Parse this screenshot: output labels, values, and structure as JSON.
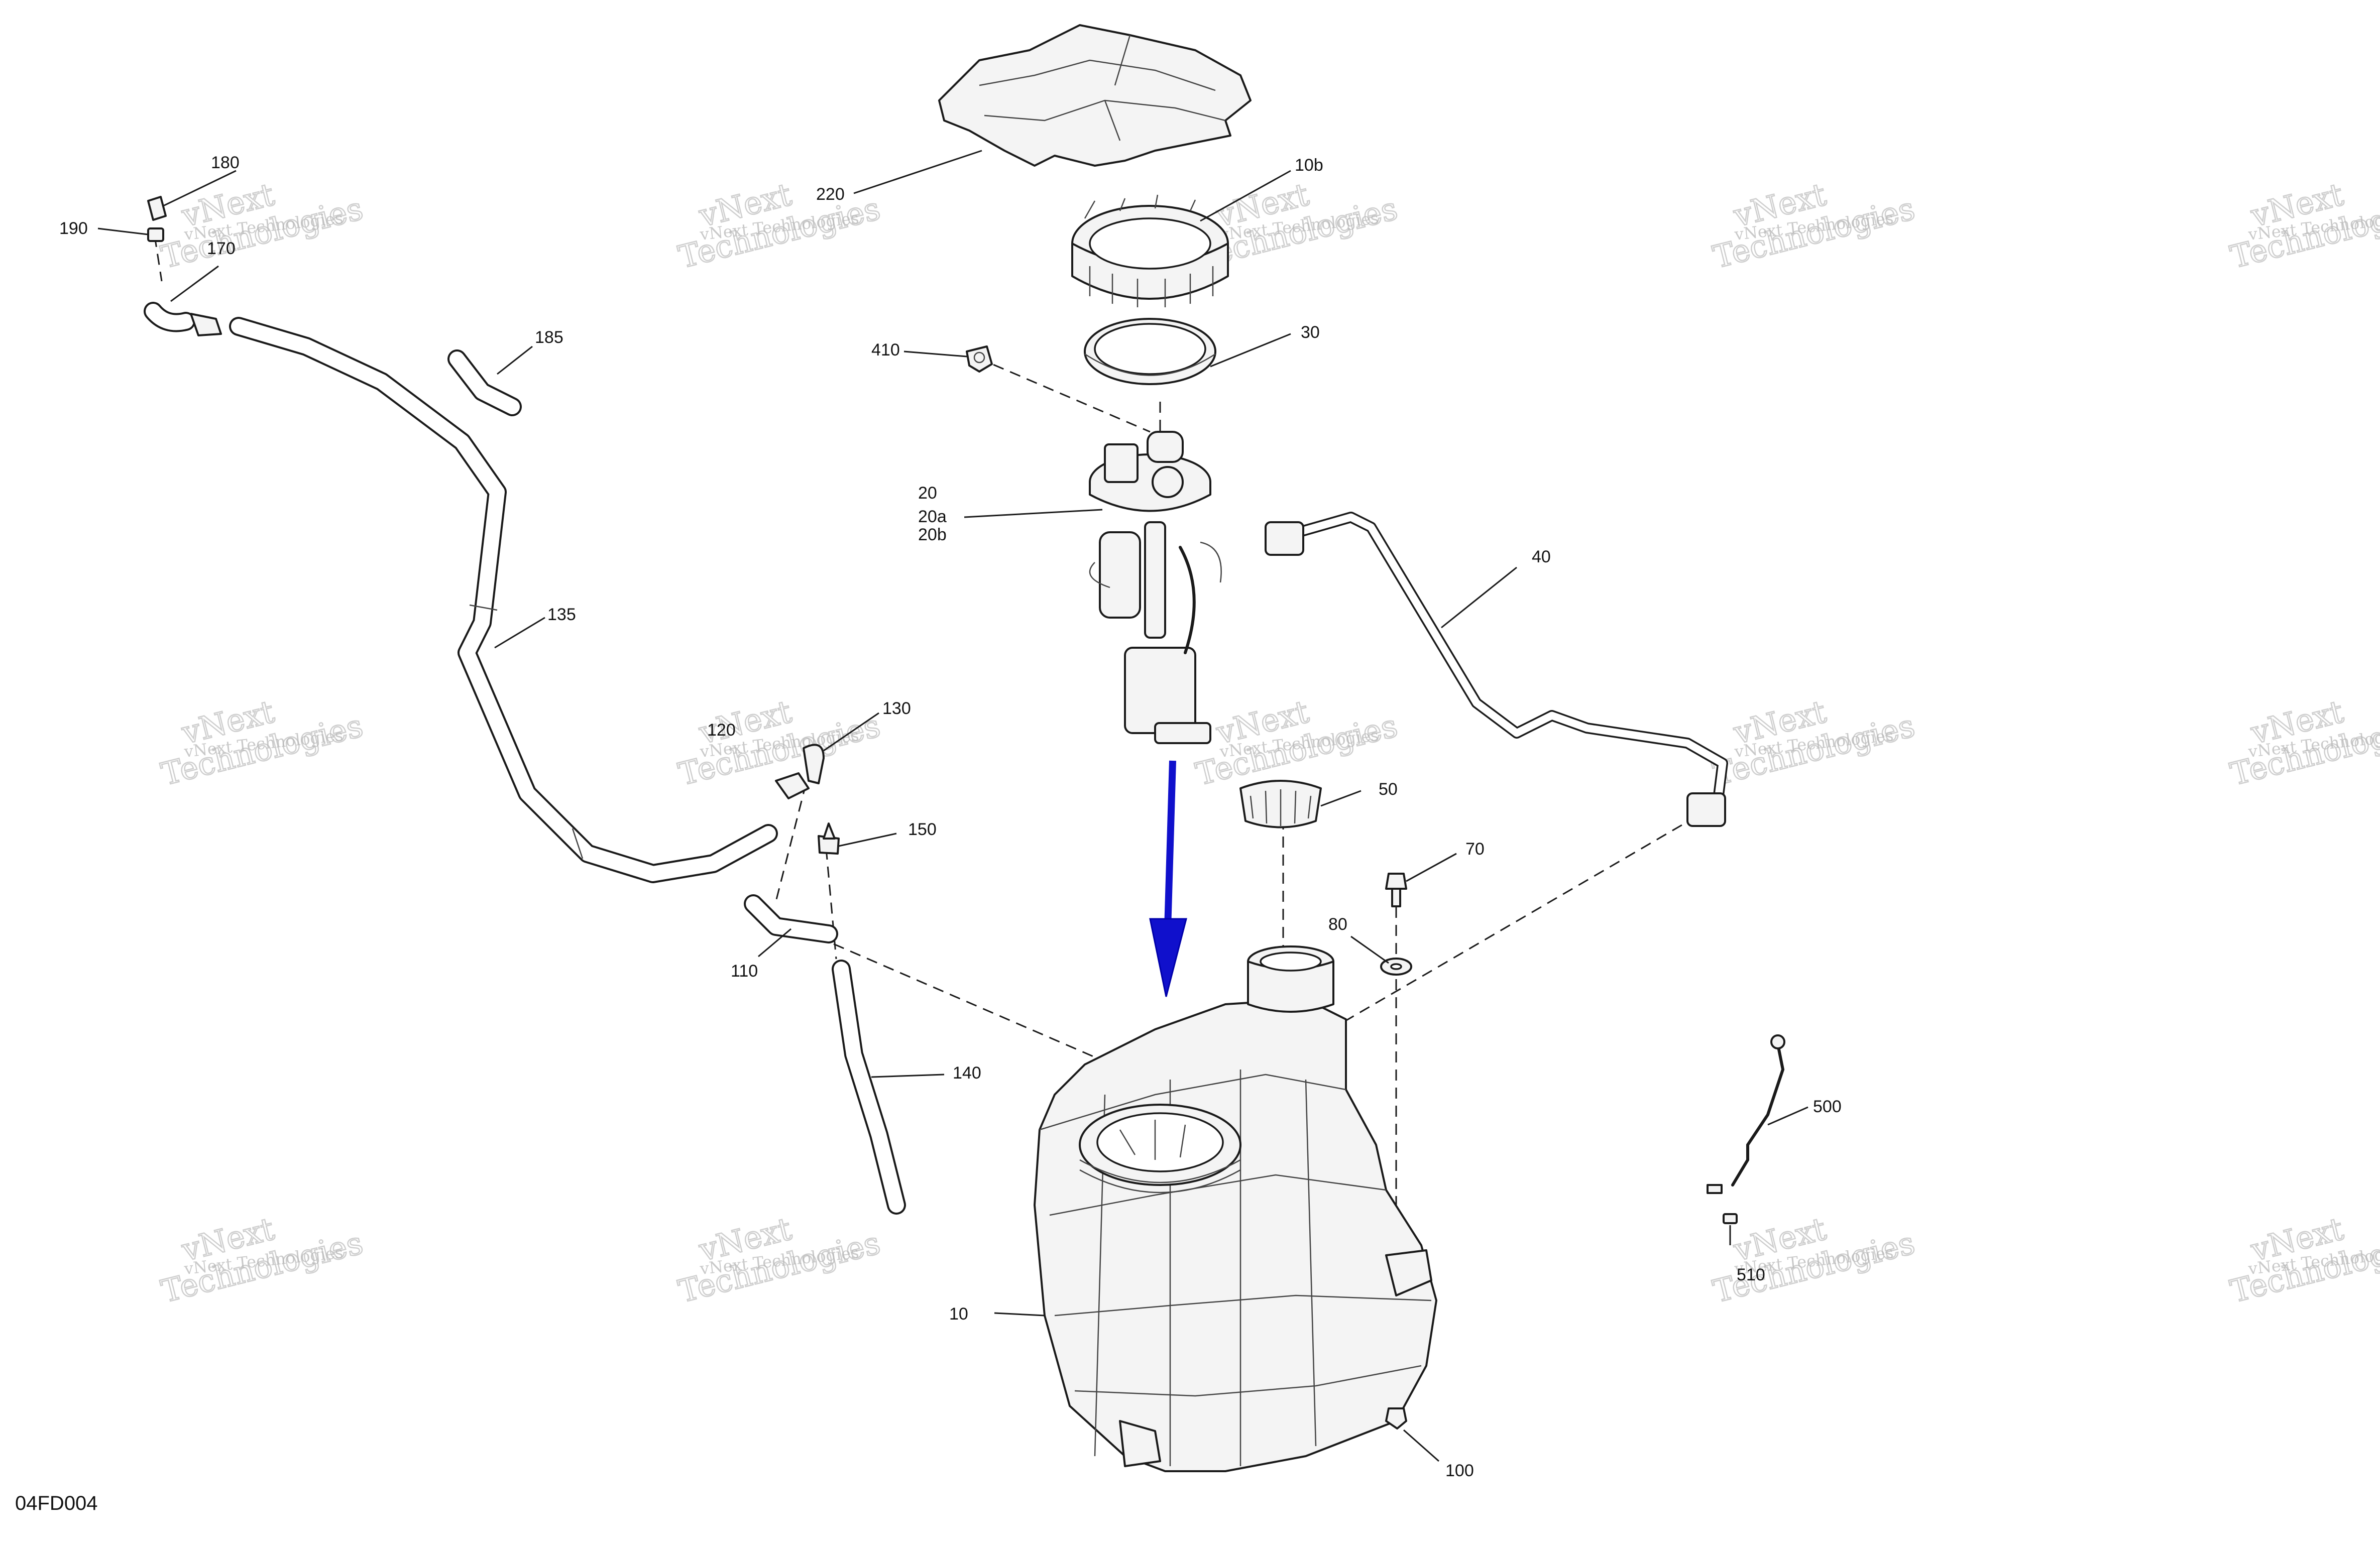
{
  "reference_code": "04FD004",
  "watermark": {
    "small": "vNext Technologies",
    "big_line1": "vNext",
    "big_line2": "Technologies"
  },
  "callouts": {
    "p220": "220",
    "p10b": "10b",
    "p180": "180",
    "p190": "190",
    "p170": "170",
    "p185": "185",
    "p30": "30",
    "p410": "410",
    "p20": "20",
    "p20a": "20a",
    "p20b": "20b",
    "p40": "40",
    "p135": "135",
    "p120": "120",
    "p130": "130",
    "p150": "150",
    "p50": "50",
    "p70": "70",
    "p80": "80",
    "p110": "110",
    "p140": "140",
    "p500": "500",
    "p510": "510",
    "p10": "10",
    "p100": "100"
  },
  "colors": {
    "assembly_arrow": "#1010cc",
    "line_art": "#1a1a1a",
    "watermark": "#c4c4c4"
  }
}
